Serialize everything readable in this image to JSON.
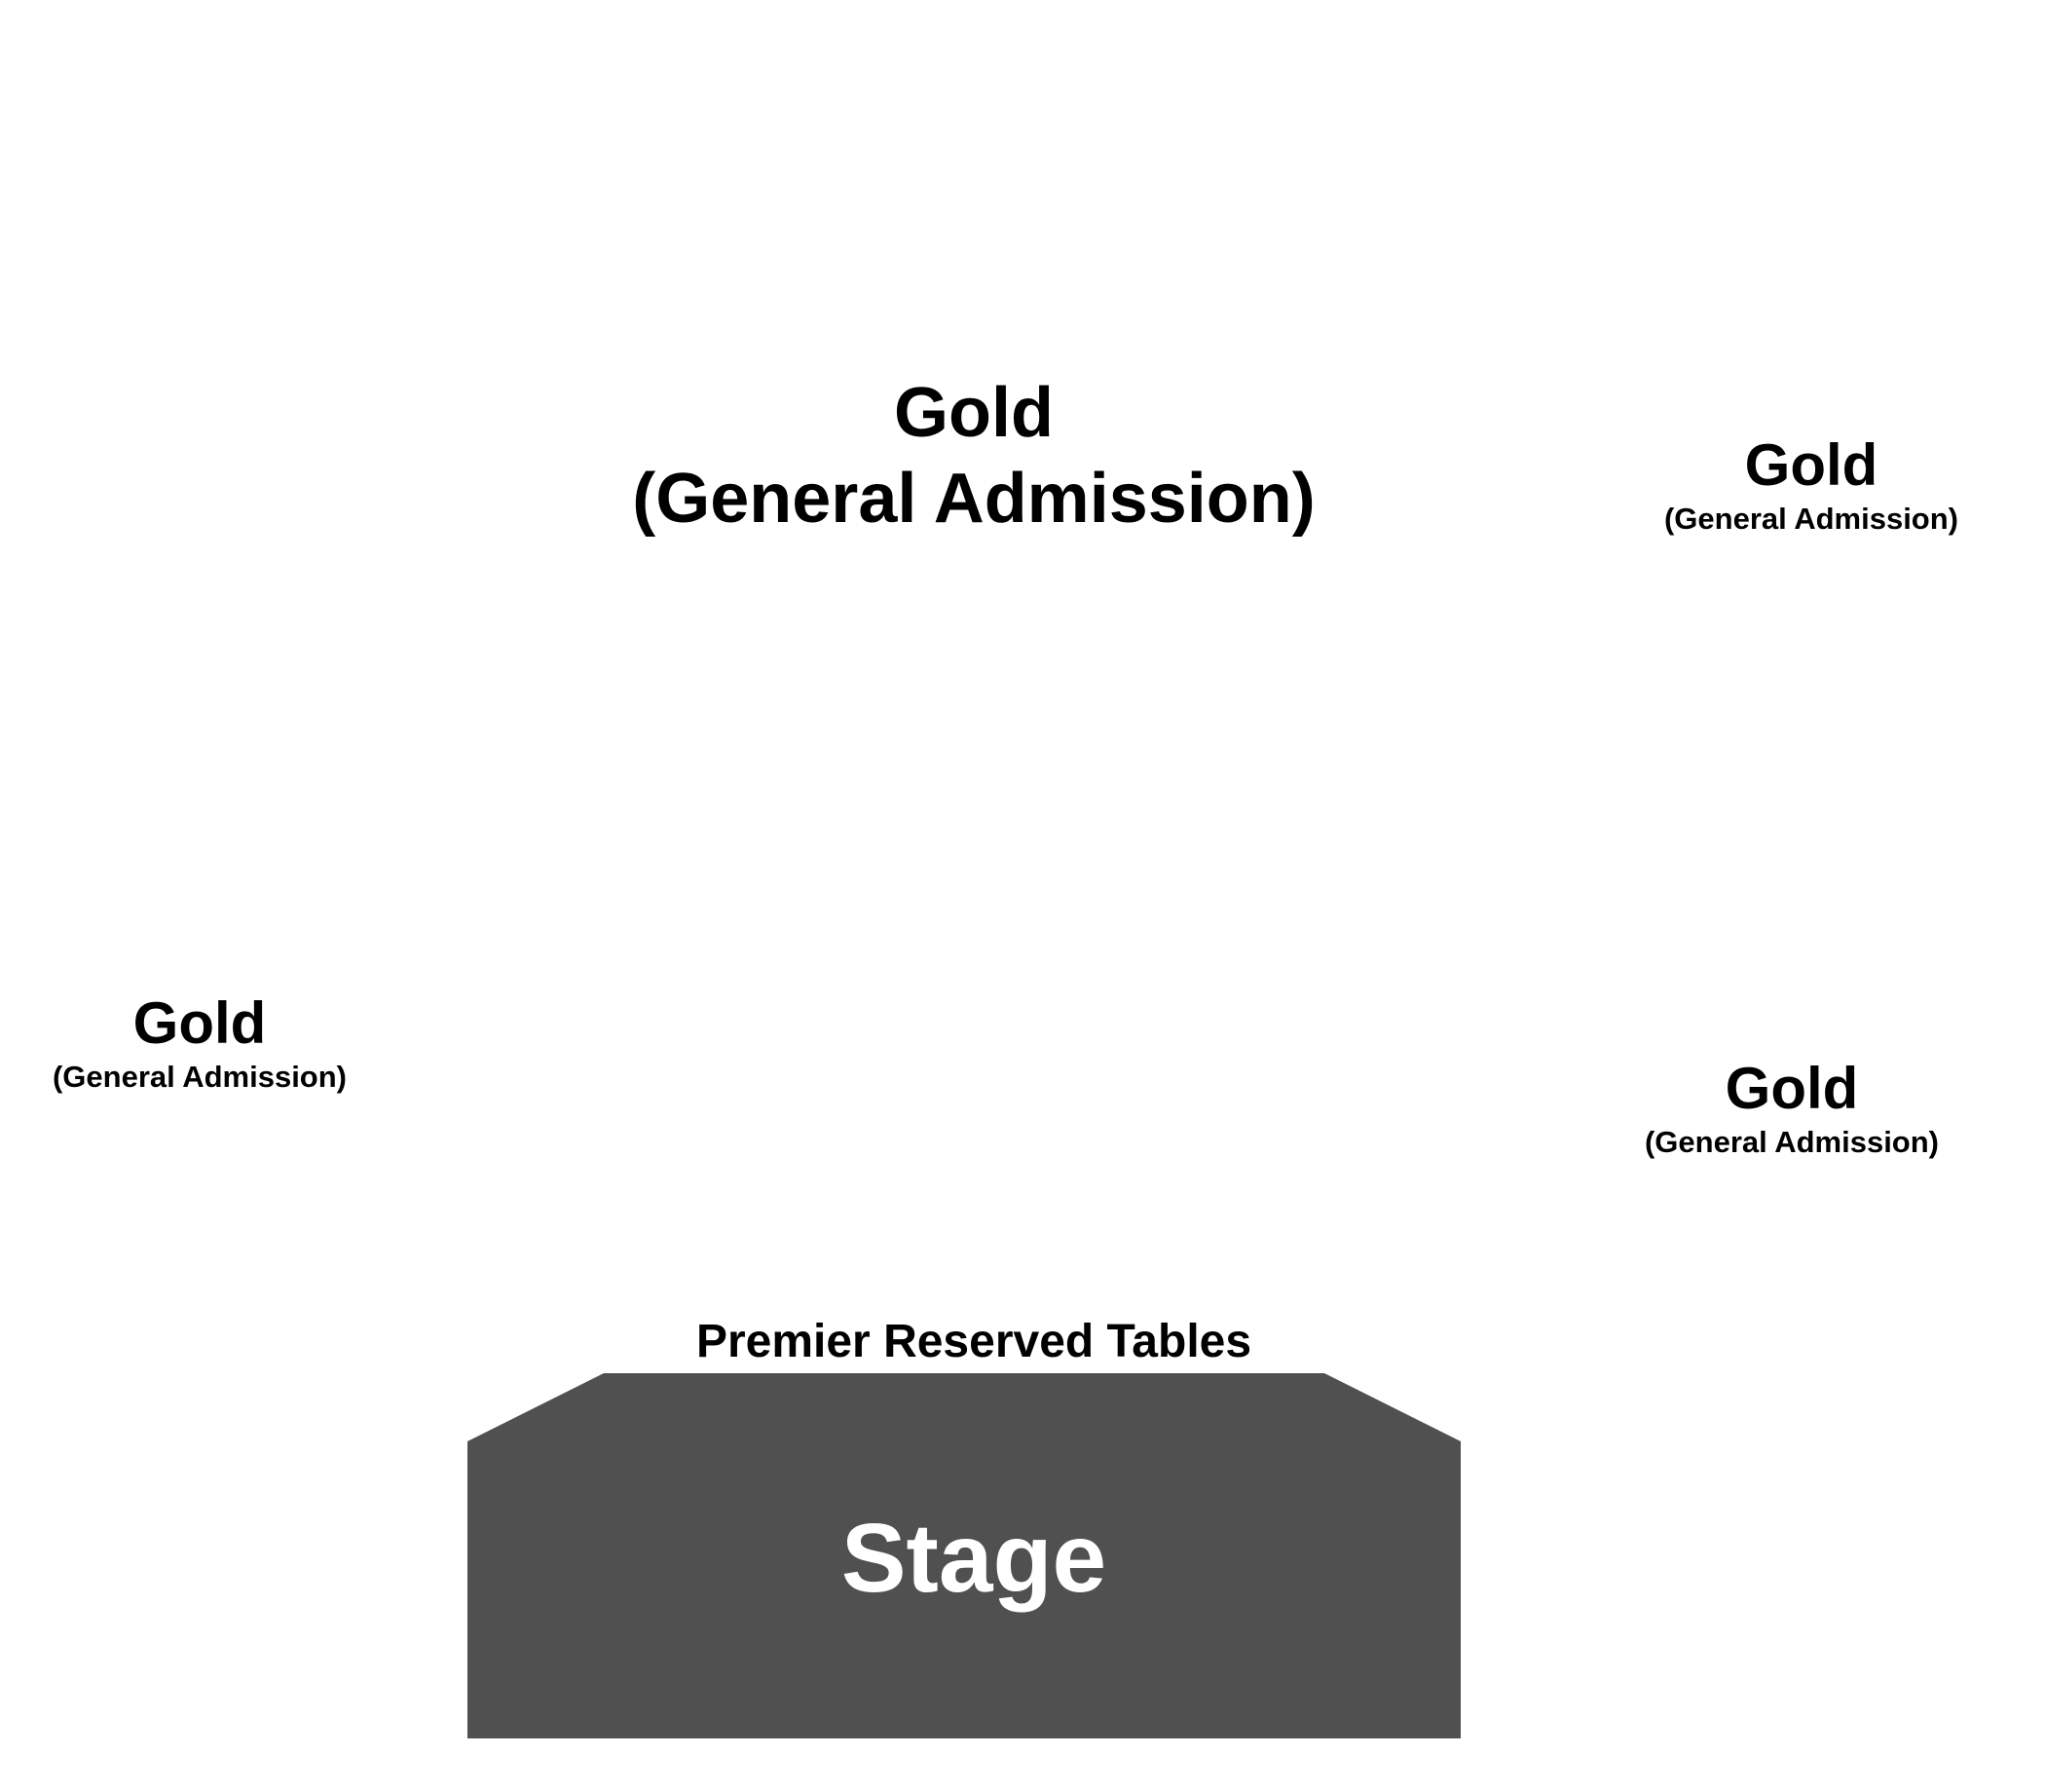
{
  "sections": {
    "top": {
      "name": "Gold",
      "sub": "(General Admission)"
    },
    "right_upper": {
      "name": "Gold",
      "sub": "(General Admission)"
    },
    "left": {
      "name": "Gold",
      "sub": "(General Admission)"
    },
    "right_lower": {
      "name": "Gold",
      "sub": "(General Admission)"
    }
  },
  "premier": {
    "label": "Premier Reserved Tables"
  },
  "stage": {
    "label": "Stage"
  },
  "colors": {
    "background": "#ffffff",
    "stage_fill": "#505050",
    "stage_text": "#ffffff",
    "label_text": "#000000"
  }
}
